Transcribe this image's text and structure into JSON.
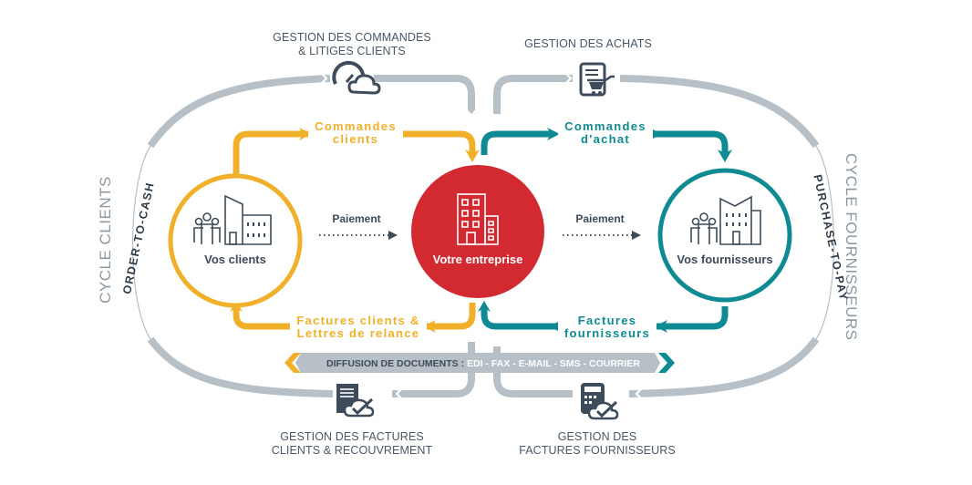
{
  "colors": {
    "clients": "#f0b02a",
    "suppliers": "#0e8a93",
    "company": "#d32a31",
    "loop": "#b8c0c7",
    "icon": "#3e4b5a"
  },
  "top": {
    "orders_disputes": "GESTION DES COMMANDES\n& LITIGES CLIENTS",
    "orders_disputes_l1": "GESTION DES COMMANDES",
    "orders_disputes_l2": "& LITIGES CLIENTS",
    "orders_disputes_icon": "dashboard-cloud-icon",
    "purchasing": "GESTION DES ACHATS",
    "purchasing_icon": "document-cart-icon"
  },
  "bottom": {
    "invoices_l1": "GESTION DES FACTURES",
    "invoices_l2": "CLIENTS & RECOUVREMENT",
    "invoices_icon": "document-cloud-check-icon",
    "supplier_invoices_l1": "GESTION DES",
    "supplier_invoices_l2": "FACTURES FOURNISSEURS",
    "supplier_invoices_icon": "calculator-cloud-check-icon"
  },
  "flows": {
    "client_orders_l1": "Commandes",
    "client_orders_l2": "clients",
    "purchase_orders_l1": "Commandes",
    "purchase_orders_l2": "d'achat",
    "client_invoices_l1": "Factures clients &",
    "client_invoices_l2": "Lettres de relance",
    "supplier_invoices_l1": "Factures",
    "supplier_invoices_l2": "fournisseurs",
    "payment_left": "Paiement",
    "payment_right": "Paiement"
  },
  "nodes": {
    "clients": "Vos clients",
    "company": "Votre entreprise",
    "suppliers": "Vos fournisseurs"
  },
  "band": {
    "key": "DIFFUSION DE DOCUMENTS :",
    "values": " EDI - FAX - E-MAIL - SMS - COURRIER"
  },
  "cycles": {
    "left_title": "CYCLE CLIENTS",
    "left_sub": "ORDER-TO-CASH",
    "right_title": "CYCLE FOURNISSEURS",
    "right_sub": "PURCHASE-TO-PAY"
  }
}
